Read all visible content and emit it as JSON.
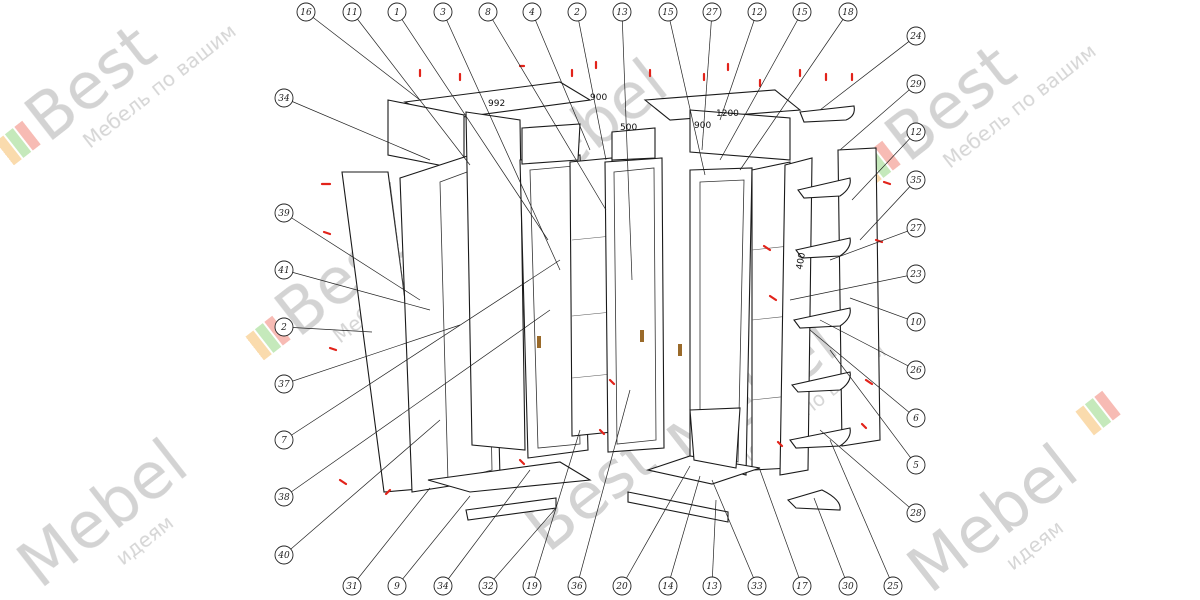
{
  "watermark": {
    "brand_left": "Best",
    "brand_right": "Mebel",
    "tagline_1": "Мебель по вашим",
    "tagline_2": "идеям"
  },
  "callouts_top": [
    "16",
    "11",
    "1",
    "3",
    "8",
    "4",
    "2",
    "13",
    "15",
    "27",
    "12",
    "15",
    "18"
  ],
  "callouts_left": [
    "34",
    "39",
    "41",
    "2",
    "37",
    "7",
    "38",
    "40"
  ],
  "callouts_right": [
    "24",
    "29",
    "12",
    "35",
    "27",
    "23",
    "10",
    "26",
    "6",
    "5",
    "28"
  ],
  "callouts_bottom": [
    "31",
    "9",
    "34",
    "32",
    "19",
    "36",
    "20",
    "14",
    "13",
    "33",
    "17",
    "30",
    "25"
  ],
  "dimensions": {
    "d1": "992",
    "d2": "900",
    "d3": "500",
    "d4": "1200",
    "d5": "900",
    "d6": "400"
  },
  "colors": {
    "accent_red": "#e2231a",
    "watermark_green": "#7fcf6a",
    "watermark_orange": "#f6b24a",
    "watermark_red": "#f06a5a"
  }
}
